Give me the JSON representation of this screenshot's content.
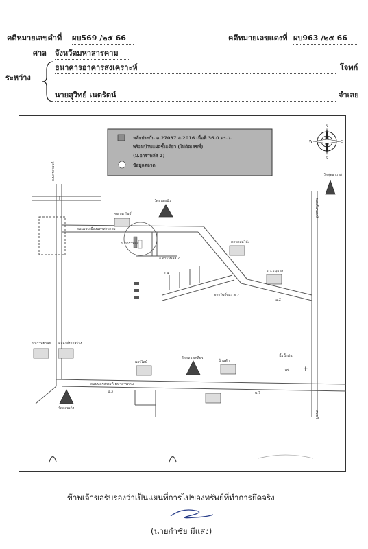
{
  "header": {
    "black_case_label": "คดีหมายเลขดำที่",
    "black_case_value": "ผบ569 /๒๕ 66",
    "red_case_label": "คดีหมายเลขแดงที่",
    "red_case_value": "ผบ963 /๒๕ 66",
    "court_label": "ศาล",
    "court_value": "จังหวัดมหาสารคาม",
    "between_label": "ระหว่าง",
    "plaintiff_name": "ธนาคารอาคารสงเคราะห์",
    "plaintiff_role": "โจทก์",
    "defendant_name": "นายสุวิทย์ เนตรัตน์",
    "defendant_role": "จำเลย"
  },
  "legend": {
    "line1": "หลักประกัน ฉ.27037 ล.2016 เนื้อที่ 36.0 ตร.ว.",
    "line2": "พร้อมบ้านแฝดชั้นเดียว (ไม่ติดเลขที่)",
    "line3": "(ม.อาราพลัส 2)",
    "line4": "ข้อมูลตลาด",
    "fill_color": "#8c8c8c"
  },
  "compass": {
    "north": "N",
    "south": "S",
    "east": "E",
    "west": "W"
  },
  "map_labels": {
    "road_top": "ถนนรอบเมืองมหาสารคาม",
    "road_bottom": "ถนนนครสวรรค์-มหาสารคาม",
    "road_left": "ถ.นครสวรรค์",
    "road_right": "ถนนถีนานนท์",
    "road_right_low": "ถนนวิ",
    "soi_small": "ซอยโพธิ์ทอง ซ.2",
    "marker_a": "อ.อาราพลัส 2",
    "marker_b": "ม.อาราพลัส",
    "marker_c": "ร.4",
    "temple_right": "วัดสุทธาวาส",
    "temple_top": "วัดหนองบัว",
    "temple_mid": "วัดคลองเกลียว",
    "temple_bottom": "วัดดอนเค็ง",
    "poi_school": "รพ.สต.โพธิ์",
    "poi_shop1": "ตลาดสดโค้ง",
    "poi_shop2": "ร.ร.อนุบาล",
    "poi_shop3": "มหาวิทยาลัย",
    "poi_shop4": "คลองสิ่งก่อสร้าง",
    "poi_shop5": "แอร์ไลน์",
    "poi_shop6": "บ้านพัก",
    "poi_plus": "รพ.",
    "poi_gas": "ปั๊มน้ำมัน",
    "code1": "ม.2",
    "code2": "ม.3",
    "code3": "ม.7"
  },
  "footer": {
    "certify_text": "ข้าพเจ้าขอรับรองว่าเป็นแผนที่การไปของทรัพย์ที่ทำการยึดจริง",
    "signer": "(นายกำชัย มีแสง)"
  }
}
